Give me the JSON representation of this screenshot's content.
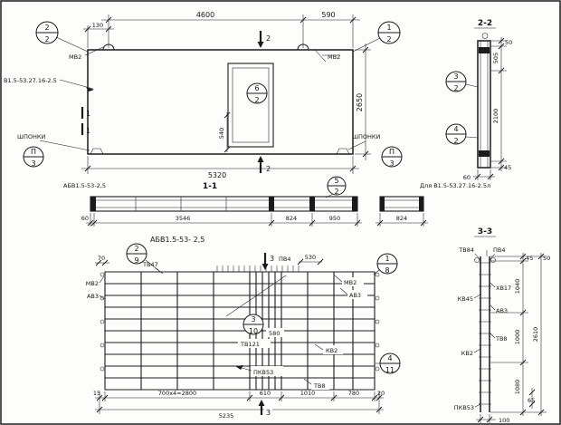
{
  "plan": {
    "dims": {
      "d130": "130",
      "d4600": "4600",
      "d590": "590",
      "d2650": "2650",
      "d540": "540",
      "d5320": "5320"
    },
    "labels": {
      "mv2_left": "МВ2",
      "mv2_right": "МВ2",
      "panel_mark": "В1.5-53.27.16-2.5",
      "shponki_left": "ШПОНКИ",
      "shponki_right": "ШПОНКИ"
    },
    "callouts": {
      "top_left": {
        "num": "2",
        "sheet": "2"
      },
      "top_right": {
        "num": "1",
        "sheet": "2"
      },
      "door": {
        "num": "6",
        "sheet": "2"
      },
      "key_left": {
        "num": "П",
        "sheet": "3"
      },
      "key_right": {
        "num": "П",
        "sheet": "3"
      }
    },
    "section_marks": {
      "s1a": "1",
      "s1b": "1",
      "s2_top": "2",
      "s2_bottom": "2"
    }
  },
  "section_2_2": {
    "title": "2-2",
    "dims": {
      "d50": "50",
      "d505": "505",
      "d2100": "2100",
      "d45": "45",
      "d60": "60"
    },
    "callouts": {
      "c3": {
        "num": "3",
        "sheet": "2"
      },
      "c4": {
        "num": "4",
        "sheet": "2"
      }
    }
  },
  "section_1_1": {
    "title": "1-1",
    "label_left": "АБВ1.5-53-2,5",
    "label_right": "Для В1.5-53.27.16-2.5л",
    "dims": {
      "d60": "60",
      "d3546": "3546",
      "d824": "824",
      "d950": "950",
      "d824b": "824"
    },
    "callouts": {
      "c5": {
        "num": "5",
        "sheet": "2"
      }
    }
  },
  "rebar": {
    "title": "АБВ1.5-53- 2,5",
    "labels": {
      "tv47": "ТВ47",
      "pv4": "ПВ4",
      "mv2_left": "МВ2",
      "av3_left": "АВ3",
      "mv2_right": "МВ2",
      "av3_right": "АВ3",
      "tv121": "ТВ121",
      "kv2": "КВ2",
      "pkv53": "ПКВ53",
      "tv8": "ТВ8"
    },
    "dims": {
      "d70": "70",
      "d530": "530",
      "d580": "580",
      "d15": "15",
      "d2800": "700х4=2800",
      "d610": "610",
      "d1010": "1010",
      "d780": "780",
      "d20": "20",
      "d5235": "5235"
    },
    "callouts": {
      "c2": {
        "num": "2",
        "sheet": "9"
      },
      "c1": {
        "num": "1",
        "sheet": "8"
      },
      "c3": {
        "num": "3",
        "sheet": "10"
      },
      "c4": {
        "num": "4",
        "sheet": "11"
      }
    },
    "section_marks": {
      "s3_top": "3",
      "s3_bottom": "3"
    }
  },
  "section_3_3": {
    "title": "3-3",
    "labels": {
      "tv84": "ТВ84",
      "pv4": "ПВ4",
      "hv17": "ХВ17",
      "kv45": "КВ45",
      "av3": "АВ3",
      "tv8": "ТВ8",
      "kv2": "КВ2",
      "pkv53": "ПКВ53"
    },
    "dims": {
      "d45": "45",
      "d50": "50",
      "d1040": "1040",
      "d1000": "1000",
      "d1080": "1080",
      "d2610": "2610",
      "d100": "100",
      "d65": "65"
    }
  }
}
